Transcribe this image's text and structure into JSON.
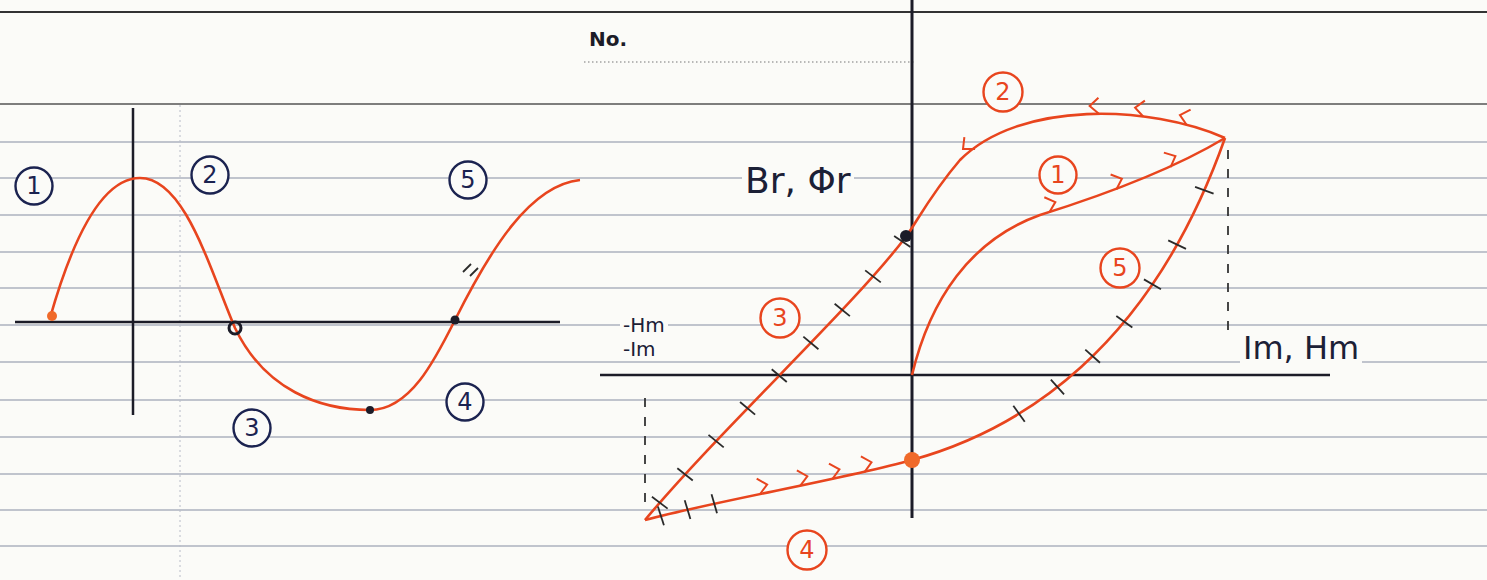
{
  "diagram": {
    "nodes": [
      {
        "text": [
          "1"
        ]
      },
      {
        "text": [
          "2"
        ]
      },
      {
        "text": [
          "3"
        ]
      },
      {
        "text": [
          "4"
        ]
      },
      {
        "text": [
          "5"
        ]
      },
      {
        "text": [
          "1"
        ]
      },
      {
        "text": [
          "2"
        ]
      },
      {
        "text": [
          "3"
        ]
      },
      {
        "text": [
          "4"
        ]
      },
      {
        "text": [
          "5"
        ]
      }
    ],
    "labels": [
      "No.",
      "Br, Φr",
      "-Hm",
      "-Im",
      "Im, Hm"
    ]
  }
}
